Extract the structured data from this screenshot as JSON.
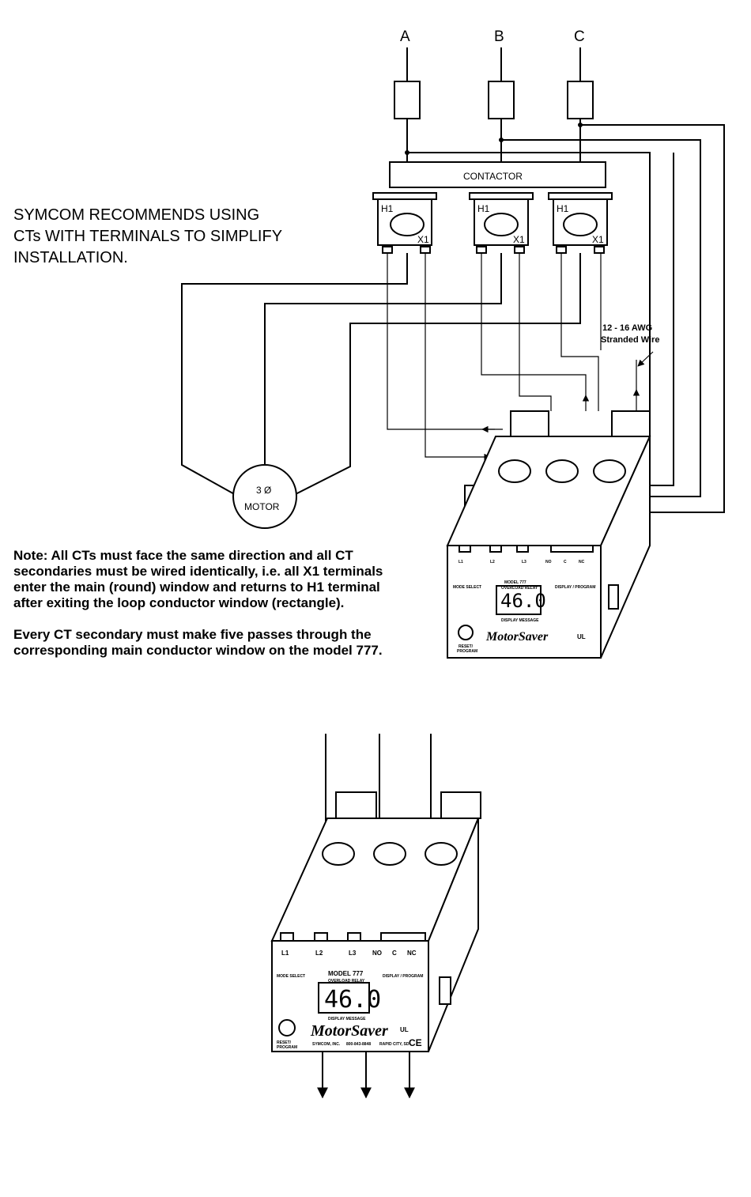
{
  "phases": [
    "A",
    "B",
    "C"
  ],
  "contactor_label": "CONTACTOR",
  "ct_h1": "H1",
  "ct_x1": "X1",
  "recommendation": [
    "SYMCOM RECOMMENDS USING",
    "CTs WITH TERMINALS TO SIMPLIFY",
    "INSTALLATION."
  ],
  "wire_note": [
    "12 - 16 AWG",
    "Stranded Wire"
  ],
  "motor_label": [
    "3 Ø",
    "MOTOR"
  ],
  "note_lines": [
    "Note: All CTs must face the same direction and all CT",
    "secondaries must be wired identically, i.e. all X1 terminals",
    "enter the main (round) window and returns to H1 terminal",
    "after exiting the loop conductor window (rectangle)."
  ],
  "note2_lines": [
    "Every CT secondary must make five passes through the",
    "corresponding main conductor window on the model 777."
  ],
  "relay": {
    "terminals": [
      "L1",
      "L2",
      "L3",
      "NO",
      "C",
      "NC"
    ],
    "mode_select": "MODE SELECT",
    "model": "MODEL 777",
    "subtitle": "OVERLOAD RELAY",
    "display_value": "46.0",
    "display_caption": "DISPLAY MESSAGE",
    "display_program": "DISPLAY / PROGRAM",
    "brand": "MotorSaver",
    "reset_label": [
      "RESET/",
      "PROGRAM"
    ],
    "company": "SYMCOM, INC.",
    "phone": "800-843-8848",
    "city": "RAPID CITY, SD",
    "ce": "CE",
    "ul": "UL"
  }
}
